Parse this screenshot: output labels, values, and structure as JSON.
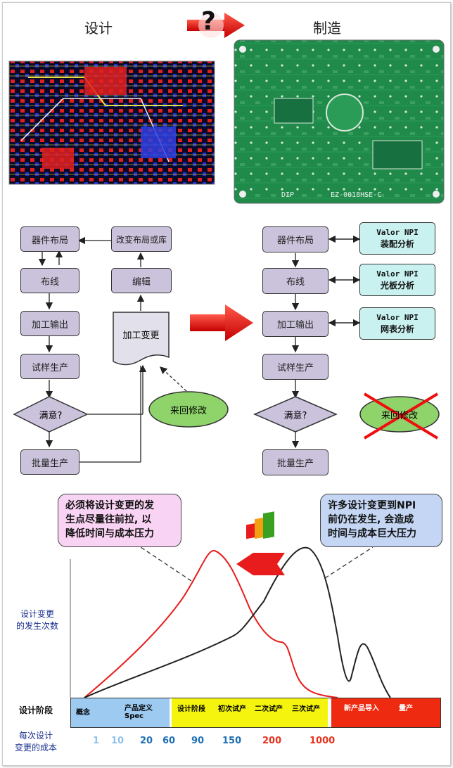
{
  "headers": {
    "design": "设计",
    "manufacture": "制造",
    "question": "?"
  },
  "left_flow": {
    "layout": "器件布局",
    "routing": "布线",
    "output": "加工输出",
    "trial": "试样生产",
    "satisfied": "满意?",
    "mass": "批量生产",
    "change_layout": "改变布局或库",
    "edit": "编辑",
    "change": "加工变更",
    "rework": "来回修改"
  },
  "right_flow": {
    "layout": "器件布局",
    "routing": "布线",
    "output": "加工输出",
    "trial": "试样生产",
    "satisfied": "满意?",
    "mass": "批量生产",
    "rework": "来回修改",
    "npi": [
      {
        "line1": "Valor NPI",
        "line2": "装配分析"
      },
      {
        "line1": "Valor NPI",
        "line2": "光板分析"
      },
      {
        "line1": "Valor NPI",
        "line2": "网表分析"
      }
    ]
  },
  "pcb_labels": {
    "dip": "DIP",
    "code": "EZ-0018HSE-C"
  },
  "bubbles": {
    "left": [
      "必须将设计变更的发",
      "生点尽量往前拉, 以",
      "降低时间与成本压力"
    ],
    "right": [
      "许多设计变更到NPI",
      "前仍在发生, 会造成",
      "时间与成本巨大压力"
    ]
  },
  "labels": {
    "ylabel": [
      "设计变更",
      "的发生次数"
    ],
    "phase_label": "设计阶段",
    "cost_label": [
      "每次设计",
      "变更的成本"
    ]
  },
  "phases": {
    "concept": "概念",
    "spec_line1": "产品定义",
    "spec_line2": "Spec",
    "design": "设计阶段",
    "trial1": "初次试产",
    "trial2": "二次试产",
    "trial3": "三次试产",
    "npi": "新产品导入",
    "mass": "量产"
  },
  "costs": [
    {
      "value": "1",
      "color": "#8fc0e8"
    },
    {
      "value": "10",
      "color": "#8fc0e8"
    },
    {
      "value": "20",
      "color": "#1e6fb5"
    },
    {
      "value": "60",
      "color": "#1e6fb5"
    },
    {
      "value": "90",
      "color": "#1e6fb5"
    },
    {
      "value": "150",
      "color": "#1e6fb5"
    },
    {
      "value": "200",
      "color": "#e8321e"
    },
    {
      "value": "1000",
      "color": "#e8321e"
    }
  ]
}
